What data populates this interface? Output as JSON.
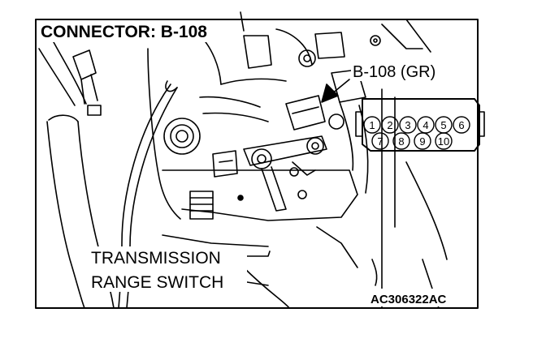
{
  "diagram": {
    "title": "CONNECTOR: B-108",
    "connector_callout": "B-108 (GR)",
    "component_label_line1": "TRANSMISSION",
    "component_label_line2": "RANGE SWITCH",
    "figure_code": "AC306322AC",
    "connector_pins": {
      "top_row": [
        "1",
        "2",
        "3",
        "4",
        "5",
        "6"
      ],
      "bottom_row": [
        "7",
        "8",
        "9",
        "10"
      ]
    }
  }
}
